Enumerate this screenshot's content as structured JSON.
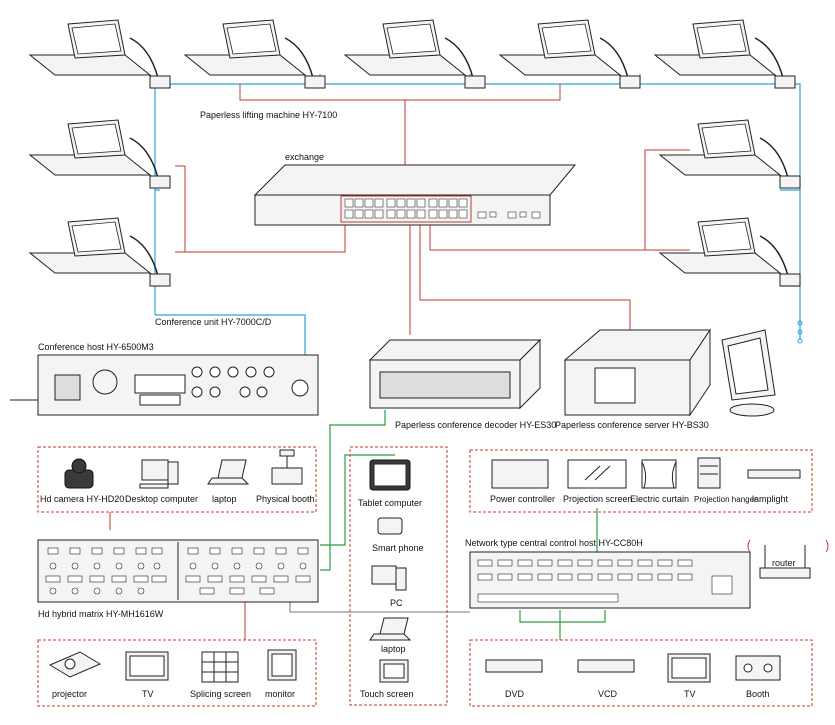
{
  "labels": {
    "lifting_machine": "Paperless lifting machine HY-7100",
    "exchange": "exchange",
    "conference_unit": "Conference unit HY-7000C/D",
    "conference_host": "Conference host HY-6500M3",
    "decoder": "Paperless conference decoder HY-ES30",
    "server": "Paperless conference server HY-BS30",
    "hd_camera": "Hd camera HY-HD20",
    "desktop": "Desktop computer",
    "laptop": "laptop",
    "physical_booth": "Physical booth",
    "tablet": "Tablet computer",
    "smart_phone": "Smart phone",
    "pc": "PC",
    "laptop2": "laptop",
    "touch_screen": "Touch screen",
    "power_controller": "Power controller",
    "projection_screen": "Projection screen",
    "electric_curtain": "Electric curtain",
    "projection_hanger": "Projection hanger",
    "lamplight": "lamplight",
    "central_control": "Network type central control host HY-CC80H",
    "router": "router",
    "matrix": "Hd hybrid matrix HY-MH1616W",
    "projector": "projector",
    "tv": "TV",
    "splicing": "Splicing screen",
    "monitor": "monitor",
    "dvd": "DVD",
    "vcd": "VCD",
    "tv2": "TV",
    "booth": "Booth"
  },
  "colors": {
    "network": "#c0392b",
    "conference_bus": "#2aa3d8",
    "control": "#2e9e3f"
  }
}
